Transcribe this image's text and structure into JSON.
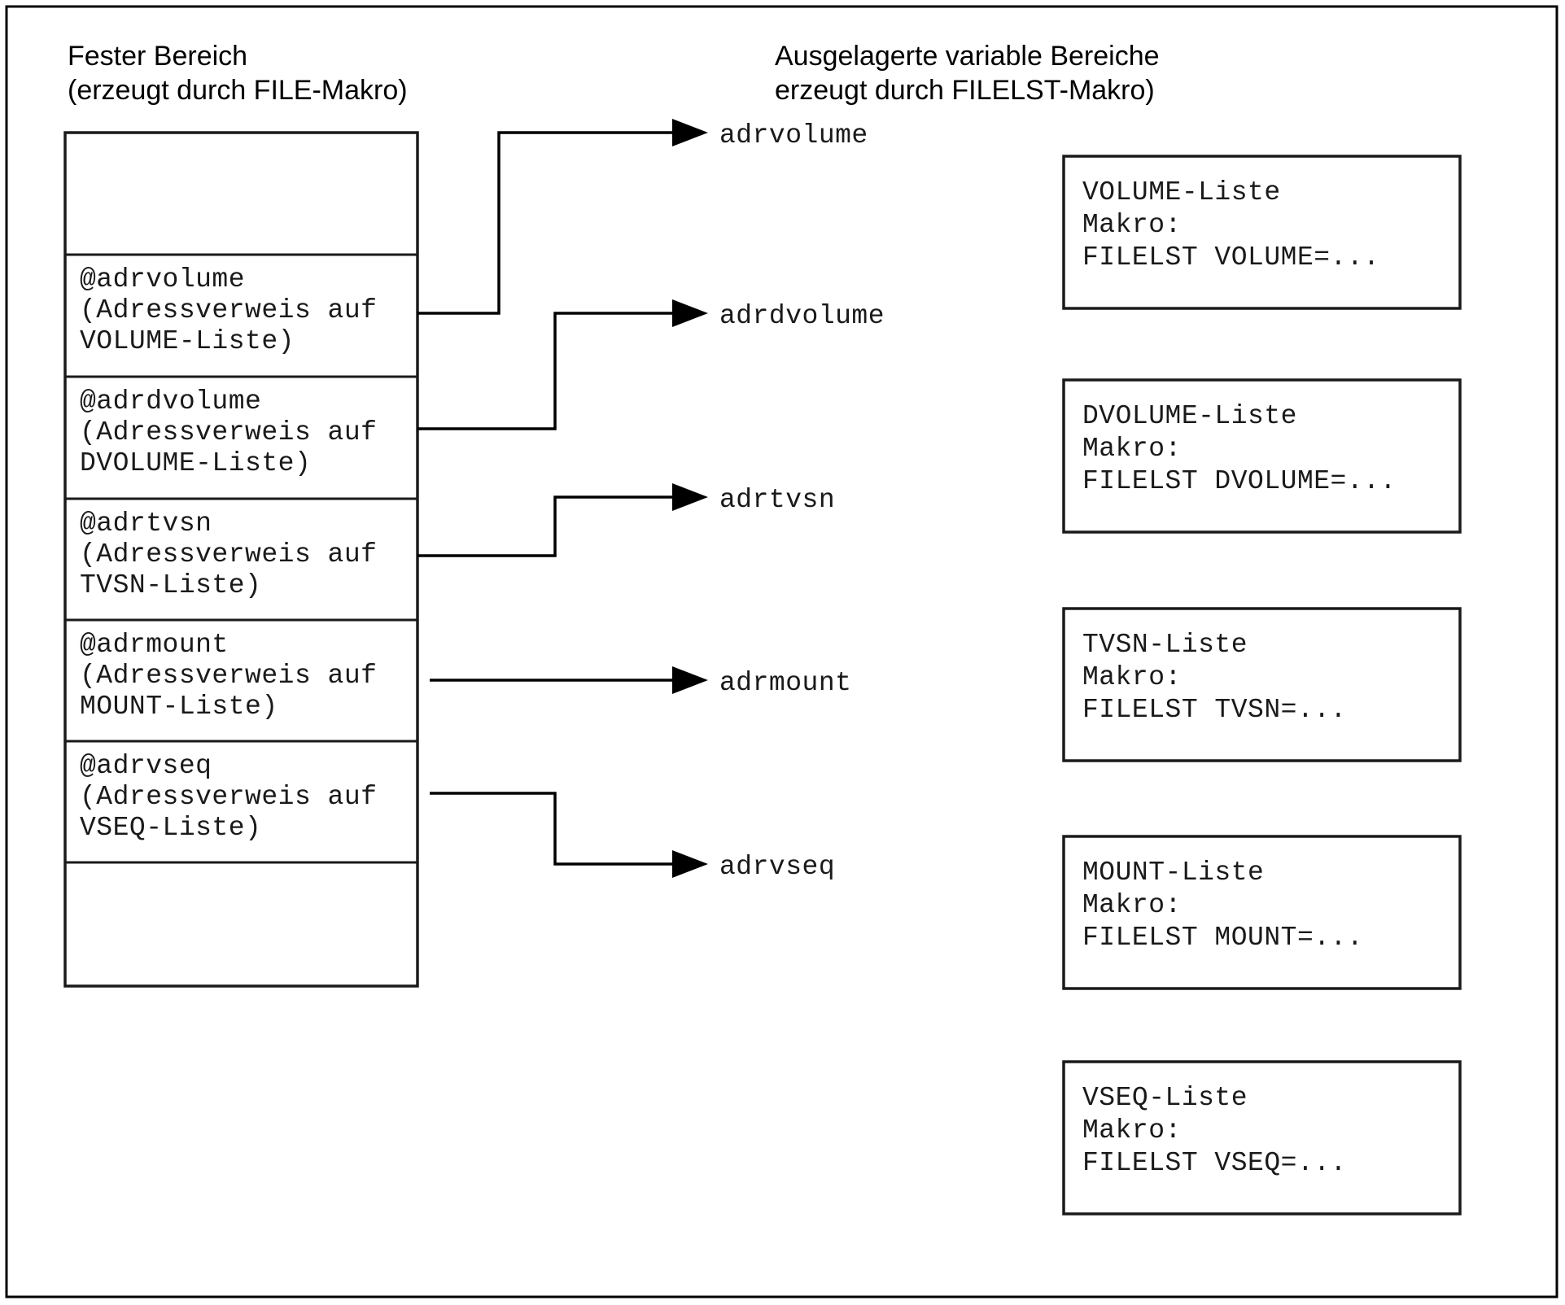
{
  "diagram": {
    "title_left_line1": "Fester Bereich",
    "title_left_line2": "(erzeugt durch FILE-Makro)",
    "title_right_line1": "Ausgelagerte variable Bereiche",
    "title_right_line2": "erzeugt durch FILELST-Makro)",
    "frame_color": "#000000",
    "text_color": "#1a1a1a",
    "background": "#ffffff"
  },
  "fixed_area": {
    "cells": [
      {
        "id": "spacer-top",
        "line1": "",
        "line2": "",
        "line3": ""
      },
      {
        "id": "adrvolume",
        "line1": "@adrvolume",
        "line2": "(Adressverweis auf",
        "line3": " VOLUME-Liste)"
      },
      {
        "id": "adrdvolume",
        "line1": "@adrdvolume",
        "line2": "(Adressverweis auf",
        "line3": " DVOLUME-Liste)"
      },
      {
        "id": "adrtvsn",
        "line1": "@adrtvsn",
        "line2": "(Adressverweis auf",
        "line3": " TVSN-Liste)"
      },
      {
        "id": "adrmount",
        "line1": "@adrmount",
        "line2": "(Adressverweis auf",
        "line3": " MOUNT-Liste)"
      },
      {
        "id": "adrvseq",
        "line1": "@adrvseq",
        "line2": "(Adressverweis auf",
        "line3": " VSEQ-Liste)"
      },
      {
        "id": "spacer-bottom",
        "line1": "",
        "line2": "",
        "line3": ""
      }
    ]
  },
  "pointer_labels": [
    {
      "id": "adrvolume",
      "text": "adrvolume"
    },
    {
      "id": "adrdvolume",
      "text": "adrdvolume"
    },
    {
      "id": "adrtvsn",
      "text": "adrtvsn"
    },
    {
      "id": "adrmount",
      "text": "adrmount"
    },
    {
      "id": "adrvseq",
      "text": "adrvseq"
    }
  ],
  "list_boxes": [
    {
      "id": "volume",
      "line1": "VOLUME-Liste",
      "line2": "Makro:",
      "line3": "FILELST VOLUME=..."
    },
    {
      "id": "dvolume",
      "line1": "DVOLUME-Liste",
      "line2": "Makro:",
      "line3": "FILELST DVOLUME=..."
    },
    {
      "id": "tvsn",
      "line1": "TVSN-Liste",
      "line2": "Makro:",
      "line3": "FILELST TVSN=..."
    },
    {
      "id": "mount",
      "line1": "MOUNT-Liste",
      "line2": "Makro:",
      "line3": "FILELST MOUNT=..."
    },
    {
      "id": "vseq",
      "line1": "VSEQ-Liste",
      "line2": "Makro:",
      "line3": "FILELST VSEQ=..."
    }
  ]
}
